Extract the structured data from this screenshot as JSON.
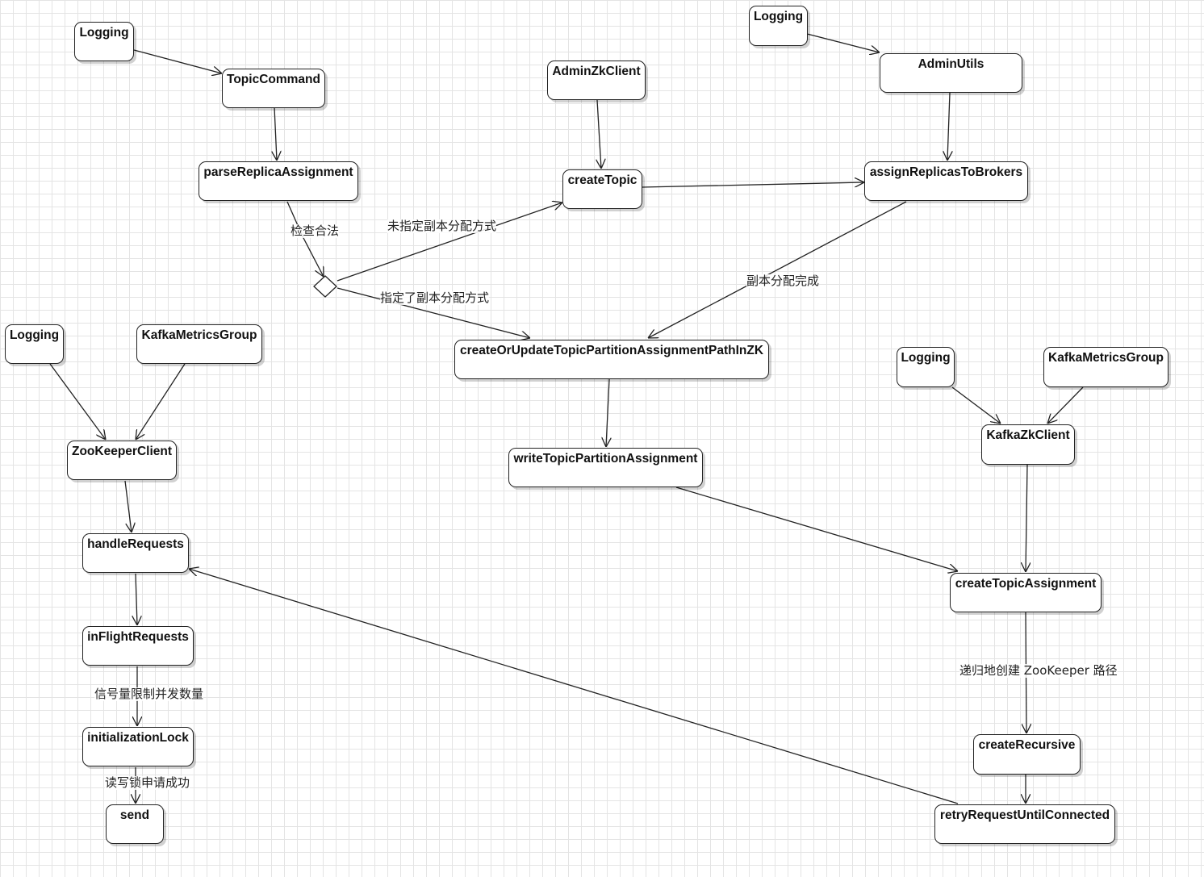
{
  "nodes": {
    "logging_topiccommand": "Logging",
    "topiccommand": "TopicCommand",
    "parsereplica": "parseReplicaAssignment",
    "adminzkclient": "AdminZkClient",
    "createtopic": "createTopic",
    "logging_adminutils": "Logging",
    "adminutils": "AdminUtils",
    "assignreplicas": "assignReplicasToBrokers",
    "createorupdate": "createOrUpdateTopicPartitionAssignmentPathInZK",
    "writetopic": "writeTopicPartitionAssignment",
    "logging_zk": "Logging",
    "kafkametrics_zk": "KafkaMetricsGroup",
    "zookeeperclient": "ZooKeeperClient",
    "handlerequests": "handleRequests",
    "inflight": "inFlightRequests",
    "initlock": "initializationLock",
    "send": "send",
    "logging_kafkazk": "Logging",
    "kafkametrics_kafkazk": "KafkaMetricsGroup",
    "kafkazkclient": "KafkaZkClient",
    "createtopicassignment": "createTopicAssignment",
    "createrecursive": "createRecursive",
    "retryrequest": "retryRequestUntilConnected"
  },
  "labels": {
    "check_valid": "检查合法",
    "not_specified": "未指定副本分配方式",
    "specified": "指定了副本分配方式",
    "assign_done": "副本分配完成",
    "recursive_create": "递归地创建 ZooKeeper 路径",
    "semaphore": "信号量限制并发数量",
    "rwlock_success": "读写锁申请成功"
  }
}
